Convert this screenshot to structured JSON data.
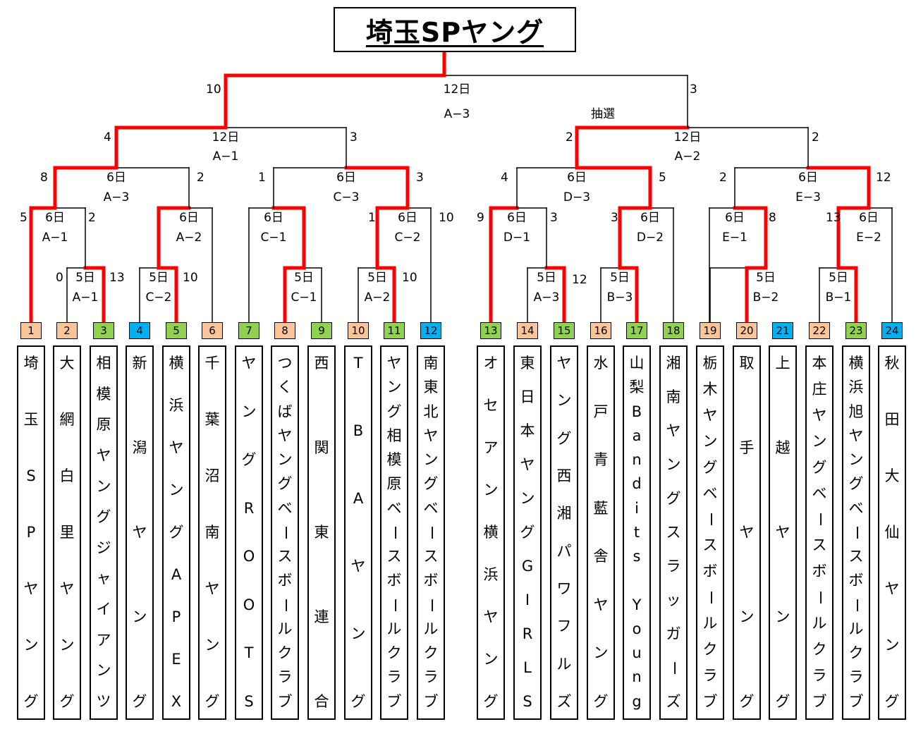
{
  "title": "埼玉SPヤング",
  "colors": {
    "seed_orange": "#fbc59a",
    "seed_green": "#92d050",
    "seed_blue": "#00b0f0",
    "winner_line": "#ff0000",
    "line": "#000000"
  },
  "teams": [
    {
      "seed": "1",
      "name": "埼玉SPヤング",
      "color": "orange"
    },
    {
      "seed": "2",
      "name": "大網白里ヤング",
      "color": "orange"
    },
    {
      "seed": "3",
      "name": "相模原ヤングジャイアンツ",
      "color": "green"
    },
    {
      "seed": "4",
      "name": "新潟ヤング",
      "color": "blue"
    },
    {
      "seed": "5",
      "name": "横浜ヤングAPEX",
      "color": "green"
    },
    {
      "seed": "6",
      "name": "千葉沼南ヤング",
      "color": "orange"
    },
    {
      "seed": "7",
      "name": "ヤングROOTS",
      "color": "green"
    },
    {
      "seed": "8",
      "name": "つくばヤングベースボールクラブ",
      "color": "orange"
    },
    {
      "seed": "9",
      "name": "西関東連合",
      "color": "green"
    },
    {
      "seed": "10",
      "name": "TBAヤング",
      "color": "orange"
    },
    {
      "seed": "11",
      "name": "ヤング相模原ベースボールクラブ",
      "color": "green"
    },
    {
      "seed": "12",
      "name": "南東北ヤングベースボールクラブ",
      "color": "blue"
    },
    {
      "seed": "13",
      "name": "オセアン横浜ヤング",
      "color": "green"
    },
    {
      "seed": "14",
      "name": "東日本ヤングGIRLS",
      "color": "orange"
    },
    {
      "seed": "15",
      "name": "ヤング西湘パワフルズ",
      "color": "green"
    },
    {
      "seed": "16",
      "name": "水戸青藍舎ヤング",
      "color": "orange"
    },
    {
      "seed": "17",
      "name": "山梨Bandits Young",
      "color": "green"
    },
    {
      "seed": "18",
      "name": "湘南ヤングスラッガーズ",
      "color": "green"
    },
    {
      "seed": "19",
      "name": "栃木ヤングベースボールクラブ",
      "color": "orange"
    },
    {
      "seed": "20",
      "name": "取手ヤング",
      "color": "orange"
    },
    {
      "seed": "21",
      "name": "上越ヤング",
      "color": "blue"
    },
    {
      "seed": "22",
      "name": "本庄ヤングベースボールクラブ",
      "color": "orange"
    },
    {
      "seed": "23",
      "name": "横浜旭ヤングベースボールクラブ",
      "color": "green"
    },
    {
      "seed": "24",
      "name": "秋田大仙ヤング",
      "color": "blue"
    }
  ],
  "matches": {
    "r1_1": {
      "day": "5日",
      "code": "A−1",
      "score_left": "0",
      "score_right": "13"
    },
    "r1_2": {
      "day": "5日",
      "code": "C−2",
      "score_right": "10"
    },
    "r1_3": {
      "day": "5日",
      "code": "C−1"
    },
    "r1_4": {
      "day": "5日",
      "code": "A−2",
      "score_right": "10"
    },
    "r1_5": {
      "day": "5日",
      "code": "A−3",
      "score_right": "12"
    },
    "r1_6": {
      "day": "5日",
      "code": "B−3"
    },
    "r1_7": {
      "day": "5日",
      "code": "B−2"
    },
    "r1_8": {
      "day": "5日",
      "code": "B−1"
    },
    "r2_1": {
      "day": "6日",
      "code": "A−1",
      "score_left": "5",
      "score_right": "2"
    },
    "r2_2": {
      "day": "6日",
      "code": "A−2"
    },
    "r2_3": {
      "day": "6日",
      "code": "C−1"
    },
    "r2_4": {
      "day": "6日",
      "code": "C−2",
      "score_left": "1",
      "score_right": "10"
    },
    "r2_5": {
      "day": "6日",
      "code": "D−1",
      "score_left": "9",
      "score_right": "3"
    },
    "r2_6": {
      "day": "6日",
      "code": "D−2",
      "score_left": "3"
    },
    "r2_7": {
      "day": "6日",
      "code": "E−1",
      "score_right": "8"
    },
    "r2_8": {
      "day": "6日",
      "code": "E−2",
      "score_left": "13"
    },
    "r3_1": {
      "day": "6日",
      "code": "A−3",
      "score_left": "8",
      "score_right": "2"
    },
    "r3_2": {
      "day": "6日",
      "code": "C−3",
      "score_left": "1",
      "score_right": "3"
    },
    "r3_3": {
      "day": "6日",
      "code": "D−3",
      "score_left": "4",
      "score_right": "5"
    },
    "r3_4": {
      "day": "6日",
      "code": "E−3",
      "score_left": "2",
      "score_right": "12"
    },
    "semi_1": {
      "day": "12日",
      "code": "A−1",
      "score_left": "4",
      "score_right": "3"
    },
    "semi_2": {
      "day": "12日",
      "code": "A−2",
      "score_left": "2",
      "score_right": "2",
      "note": "抽選"
    },
    "final": {
      "day": "12日",
      "code": "A−3",
      "score_left": "10",
      "score_right": "3"
    }
  }
}
